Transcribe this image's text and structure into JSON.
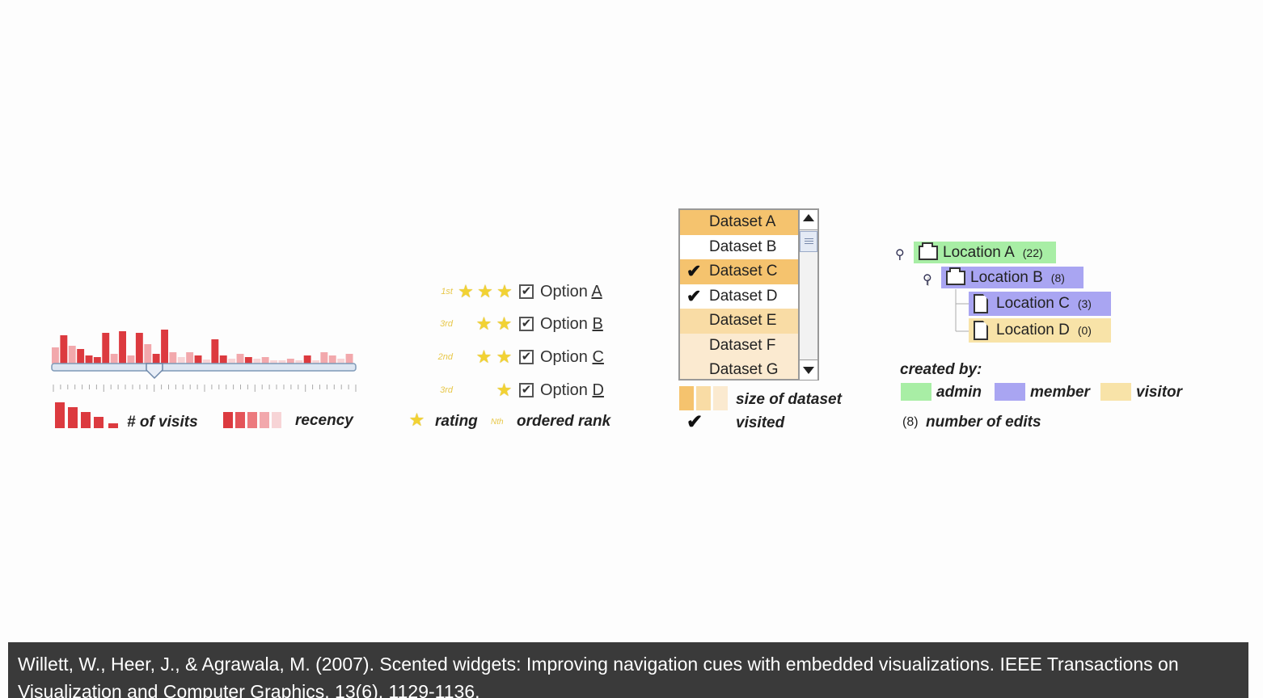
{
  "slider_widget": {
    "visits_legend": "# of visits",
    "recency_legend": "recency",
    "colors": {
      "dark": "#dc3a3f",
      "light": "#f2a8ac",
      "faint": "#f7d4d6",
      "track": "#dde6f2"
    }
  },
  "options_widget": {
    "legend_rating": "rating",
    "legend_rank_glyph": "Nth",
    "legend_rank": "ordered rank",
    "items": [
      {
        "rank": "1st",
        "stars": 3,
        "check": "✔",
        "label_prefix": "Option ",
        "label_key": "A"
      },
      {
        "rank": "3rd",
        "stars": 2,
        "check": "✔",
        "label_prefix": "Option ",
        "label_key": "B"
      },
      {
        "rank": "2nd",
        "stars": 2,
        "check": "✔",
        "label_prefix": "Option ",
        "label_key": "C"
      },
      {
        "rank": "3rd",
        "stars": 1,
        "check": "✔",
        "label_prefix": "Option ",
        "label_key": "D"
      }
    ]
  },
  "dataset_widget": {
    "items": [
      {
        "label": "Dataset A",
        "visited": false,
        "size": "large"
      },
      {
        "label": "Dataset B",
        "visited": false,
        "size": "none"
      },
      {
        "label": "Dataset C",
        "visited": true,
        "size": "large"
      },
      {
        "label": "Dataset D",
        "visited": true,
        "size": "none"
      },
      {
        "label": "Dataset E",
        "visited": false,
        "size": "medium"
      },
      {
        "label": "Dataset F",
        "visited": false,
        "size": "small"
      },
      {
        "label": "Dataset G",
        "visited": false,
        "size": "small"
      }
    ],
    "check_glyph": "✔",
    "legend_size": "size of dataset",
    "legend_visited": "visited",
    "colors": {
      "large": "#f5c36e",
      "medium": "#f9dca5",
      "small": "#fbead0",
      "none": "#ffffff"
    }
  },
  "tree_widget": {
    "nodes": [
      {
        "label": "Location A",
        "count": "(22)",
        "role": "admin"
      },
      {
        "label": "Location B",
        "count": "(8)",
        "role": "member"
      },
      {
        "label": "Location C",
        "count": "(3)",
        "role": "member"
      },
      {
        "label": "Location D",
        "count": "(0)",
        "role": "visitor"
      }
    ],
    "legend_title": "created by:",
    "roles": [
      {
        "label": "admin",
        "color": "#a8eea5"
      },
      {
        "label": "member",
        "color": "#a9a5f2"
      },
      {
        "label": "visitor",
        "color": "#f8e3a8"
      }
    ],
    "edits_glyph": "(8)",
    "edits_legend": "number of edits"
  },
  "citation": "Willett, W., Heer, J., & Agrawala, M. (2007). Scented widgets: Improving navigation cues with embedded visualizations. IEEE Transactions on Visualization and Computer Graphics, 13(6), 1129-1136."
}
